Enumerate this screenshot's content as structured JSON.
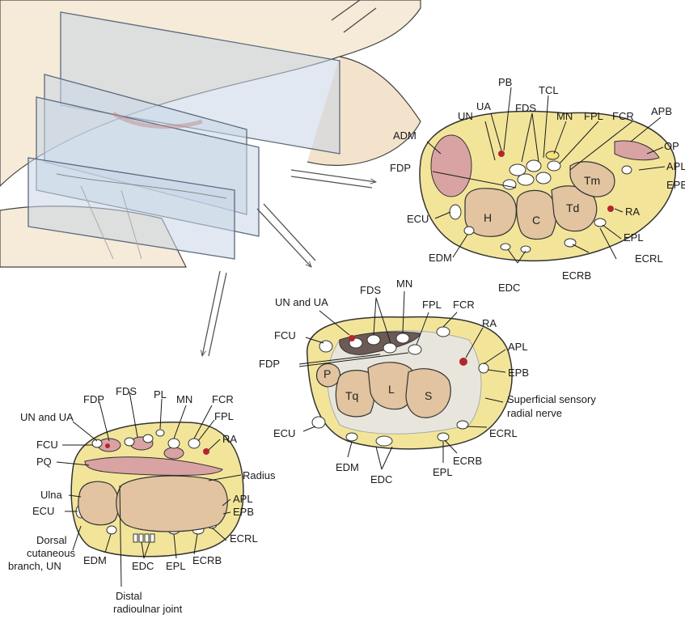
{
  "figure": {
    "hand": {
      "icon": "hand-with-section-planes-illustration"
    },
    "section_distal": {
      "bones": {
        "H": "H",
        "C": "C",
        "Td": "Td",
        "Tm": "Tm"
      },
      "labels": {
        "PB": "PB",
        "UA": "UA",
        "UN": "UN",
        "FDS": "FDS",
        "TCL": "TCL",
        "MN": "MN",
        "FPL": "FPL",
        "FCR": "FCR",
        "APB": "APB",
        "ADM": "ADM",
        "OP": "OP",
        "APL": "APL",
        "EPB": "EPB",
        "FDP": "FDP",
        "ECU": "ECU",
        "RA": "RA",
        "EPL": "EPL",
        "EDM": "EDM",
        "ECRL": "ECRL",
        "ECRB": "ECRB",
        "EDC": "EDC"
      }
    },
    "section_middle": {
      "bones": {
        "P": "P",
        "Tq": "Tq",
        "L": "L",
        "S": "S"
      },
      "labels": {
        "UN_UA": "UN and UA",
        "FDS": "FDS",
        "MN": "MN",
        "FPL": "FPL",
        "FCR": "FCR",
        "FCU": "FCU",
        "RA": "RA",
        "APL": "APL",
        "FDP": "FDP",
        "EPB": "EPB",
        "SSRN_1": "Superficial sensory",
        "SSRN_2": "radial nerve",
        "ECU": "ECU",
        "ECRL": "ECRL",
        "EDM": "EDM",
        "ECRB": "ECRB",
        "EPL": "EPL",
        "EDC": "EDC"
      }
    },
    "section_proximal": {
      "labels": {
        "FDP": "FDP",
        "FDS": "FDS",
        "PL": "PL",
        "MN": "MN",
        "FCR": "FCR",
        "UN_UA": "UN and UA",
        "FPL": "FPL",
        "FCU": "FCU",
        "RA": "RA",
        "PQ": "PQ",
        "Radius": "Radius",
        "Ulna": "Ulna",
        "APL": "APL",
        "EPB": "EPB",
        "ECU": "ECU",
        "ECRL": "ECRL",
        "Dorsal_1": "Dorsal",
        "Dorsal_2": "cutaneous",
        "Dorsal_3": "branch, UN",
        "EDM": "EDM",
        "EDC": "EDC",
        "EPL": "EPL",
        "ECRB": "ECRB",
        "DRUJ_1": "Distal",
        "DRUJ_2": "radioulnar joint"
      }
    },
    "colors": {
      "bone": "#e2c4a0",
      "fat": "#f2e59a",
      "muscle": "#d9a3a3",
      "tendon": "#ffffff",
      "artery": "#b3262d",
      "outline": "#333333",
      "glass": "#b8c8dc"
    }
  }
}
